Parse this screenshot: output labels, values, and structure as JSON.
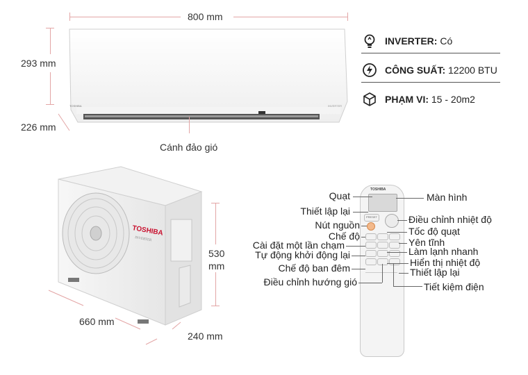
{
  "indoor": {
    "width": "800 mm",
    "height": "293 mm",
    "depth": "226 mm",
    "brand": "TOSHIBA",
    "model_tag": "INVERTER",
    "louver_label": "Cánh đảo gió"
  },
  "specs": [
    {
      "icon": "bulb-icon",
      "key": "INVERTER:",
      "value": "Có"
    },
    {
      "icon": "power-icon",
      "key": "CÔNG SUẤT:",
      "value": "12200 BTU"
    },
    {
      "icon": "cube-icon",
      "key": "PHẠM VI:",
      "value": "15 - 20m2"
    }
  ],
  "outdoor": {
    "brand": "TOSHIBA",
    "model_tag": "INVERTER",
    "height_num": "530",
    "height_unit": "mm",
    "width": "660 mm",
    "depth": "240 mm"
  },
  "remote": {
    "brand": "TOSHIBA",
    "preset_label": "PRESET",
    "labels_left": [
      "Quạt",
      "Thiết lập lại",
      "Nút nguồn",
      "Chế độ",
      "Cài đặt một lần chạm",
      "Tự động khởi động lại",
      "Chế độ ban đêm",
      "Điều chỉnh hướng gió"
    ],
    "labels_right": [
      "Màn hình",
      "Điều chỉnh nhiệt độ",
      "Tốc độ quạt",
      "Yên tĩnh",
      "Làm lạnh nhanh",
      "Hiển thị nhiệt độ",
      "Thiết lập lại",
      "Tiết kiệm điện"
    ]
  }
}
